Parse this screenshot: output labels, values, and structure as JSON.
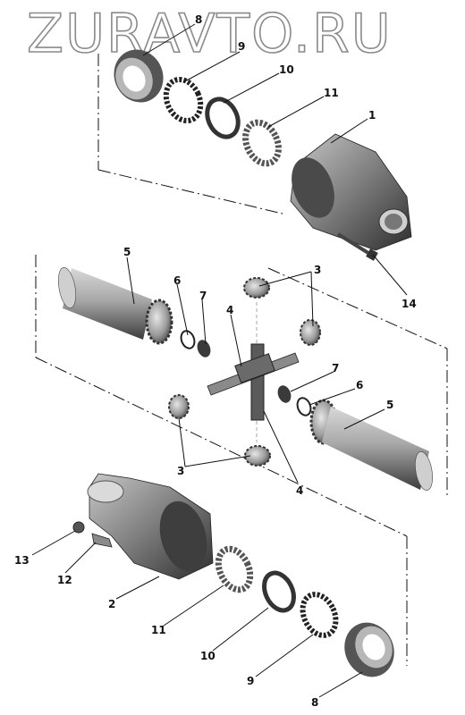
{
  "watermark": "ZURAVTO.RU",
  "callouts": {
    "c8_top": "8",
    "c9_top": "9",
    "c10_top": "10",
    "c11_top": "11",
    "c1": "1",
    "c14": "14",
    "c5_left": "5",
    "c6_left": "6",
    "c7_left": "7",
    "c4_top": "4",
    "c3_top": "3",
    "c7_right": "7",
    "c6_right": "6",
    "c5_right": "5",
    "c3_bottom": "3",
    "c4_bottom": "4",
    "c13": "13",
    "c12": "12",
    "c2": "2",
    "c11_bottom": "11",
    "c10_bottom": "10",
    "c9_bottom": "9",
    "c8_bottom": "8"
  },
  "colors": {
    "metal": "#9a9a9a",
    "dark": "#3a3a3a",
    "line": "#111111"
  }
}
